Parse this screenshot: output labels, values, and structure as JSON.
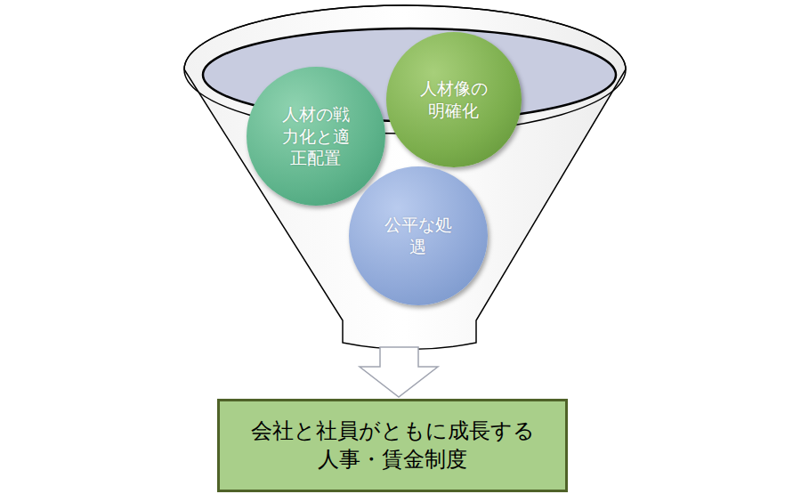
{
  "diagram": {
    "nodes": [
      {
        "text": [
          "人材の戦力化と適正配置"
        ]
      },
      {
        "text": [
          "人材像の明確化"
        ]
      },
      {
        "text": [
          "公平な処遇"
        ]
      },
      {
        "text": [
          "会社と社員がともに成長する 人事・賃金制度"
        ]
      }
    ]
  }
}
